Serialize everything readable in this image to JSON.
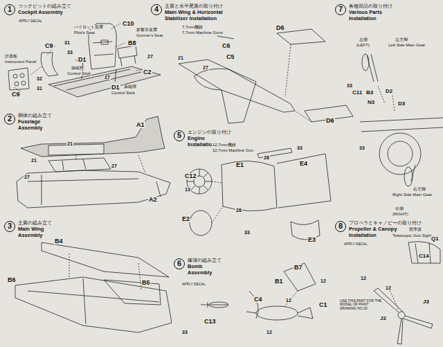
{
  "diagram": {
    "nodes": [
      {
        "text": [
          "1",
          "コックピットの組み立て",
          "Cockpit Assembly"
        ]
      },
      {
        "text": [
          "2",
          "胴体の組み立て",
          "Fuselage Assembly"
        ]
      },
      {
        "text": [
          "3",
          "主翼の組み立て",
          "Main Wing Assembly"
        ]
      },
      {
        "text": [
          "4",
          "主翼と水平尾翼の取り付け",
          "Main Wing & Horizontal Stabilizer Installation"
        ]
      },
      {
        "text": [
          "5",
          "エンジンの取り付け",
          "Engine Installation"
        ]
      },
      {
        "text": [
          "6",
          "爆弾の組み立て",
          "Bomb Assembly"
        ]
      },
      {
        "text": [
          "7",
          "各種部品の取り付け",
          "Various Parts Installation"
        ]
      },
      {
        "text": [
          "8",
          "プロペラとキャノピーの取り付け",
          "Propeller & Canopy Installation"
        ]
      }
    ],
    "labels": [
      "C10",
      "パイロット座席",
      "Pilot's Seat",
      "射撃手座席",
      "Gunner's Seat",
      "C9",
      "B8",
      "31",
      "計器板",
      "Instrument Panel",
      "D1",
      "33",
      "操縦桿",
      "Control Stick",
      "27",
      "C2",
      "32",
      "31",
      "D1",
      "操縦桿",
      "Control Stick",
      "C9",
      "27",
      "APPLY DECAL",
      "A1",
      "21",
      "21",
      "27",
      "27",
      "A2",
      "B4",
      "B6",
      "B5",
      "7.7mm機銃",
      "7.7mm Machine Guns",
      "D6",
      "C6",
      "C5",
      "21",
      "27",
      "D6",
      "12.7mm機銃",
      "12.7mm Machine Gun",
      "28",
      "33",
      "E4",
      "E1",
      "C12",
      "13",
      "28",
      "E2",
      "33",
      "E3",
      "B7",
      "B1",
      "12",
      "C4",
      "12",
      "C1",
      "C13",
      "33",
      "12",
      "APPLY DECAL",
      "左側",
      "(LEFT)",
      "左主脚",
      "Left Side Main Gear",
      "33",
      "C11",
      "B3",
      "N3",
      "D2",
      "D3",
      "33",
      "右主脚",
      "Right Side Main Gear",
      "右側",
      "(RIGHT)",
      "照準器",
      "Telescopic Gun Sight",
      "Q1",
      "C14",
      "APPLY DECAL",
      "12",
      "12",
      "USE THIS PART FOR THE MODEL OF PAINT DRAWING NO.30",
      "J3",
      "J2"
    ]
  }
}
